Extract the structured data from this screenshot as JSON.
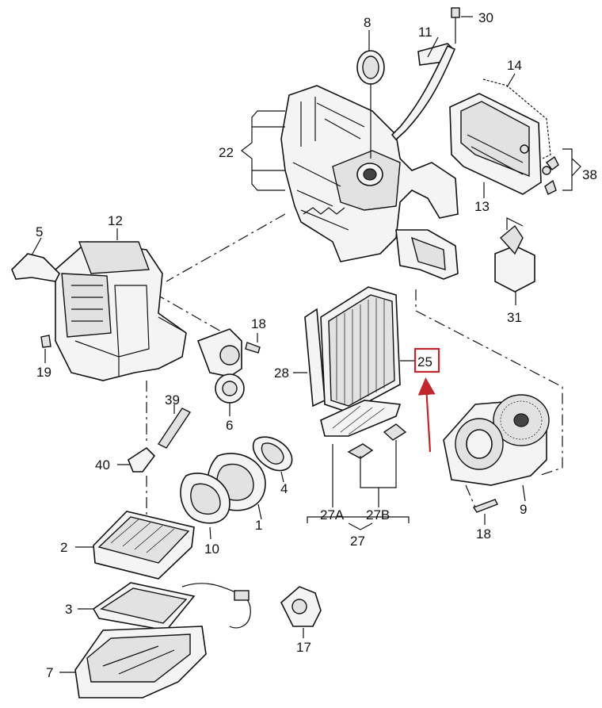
{
  "callouts": {
    "p1": "1",
    "p2": "2",
    "p3": "3",
    "p4": "4",
    "p5": "5",
    "p6": "6",
    "p7": "7",
    "p8": "8",
    "p9": "9",
    "p10": "10",
    "p11": "11",
    "p12": "12",
    "p13": "13",
    "p14": "14",
    "p17": "17",
    "p18a": "18",
    "p18b": "18",
    "p19": "19",
    "p22": "22",
    "p25": "25",
    "p27": "27",
    "p27a": "27A",
    "p27b": "27B",
    "p28": "28",
    "p30": "30",
    "p31": "31",
    "p38": "38",
    "p39": "39",
    "p40": "40"
  },
  "highlight": {
    "label": "25",
    "color": "#c0262c"
  }
}
